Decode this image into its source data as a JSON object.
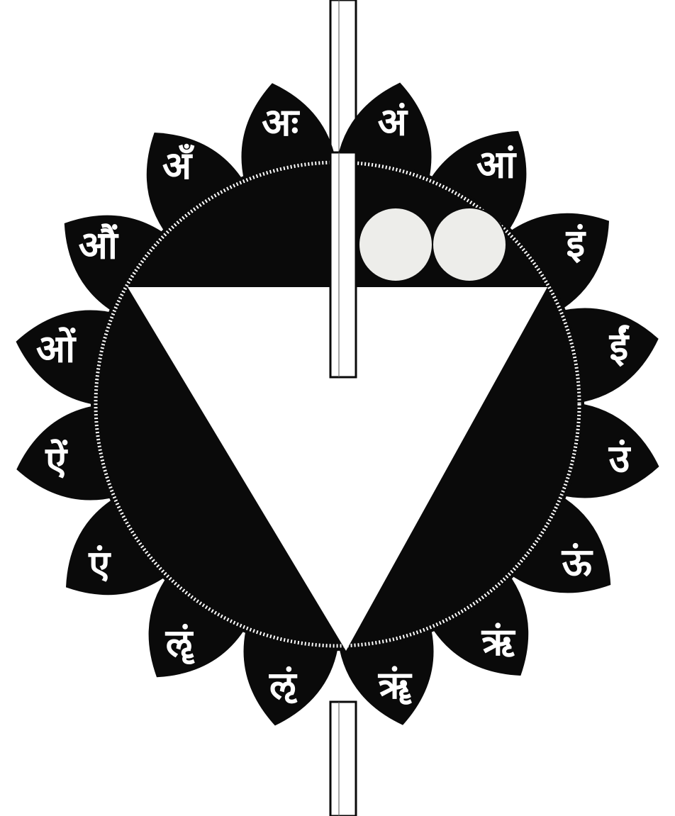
{
  "diagram": {
    "colors": {
      "ink": "#0a0a0a",
      "paper": "#ffffff",
      "moon": "#ededea"
    },
    "petals": [
      {
        "id": "petal-1",
        "letter": "अं"
      },
      {
        "id": "petal-2",
        "letter": "आं"
      },
      {
        "id": "petal-3",
        "letter": "इं"
      },
      {
        "id": "petal-4",
        "letter": "ईं"
      },
      {
        "id": "petal-5",
        "letter": "उं"
      },
      {
        "id": "petal-6",
        "letter": "ऊं"
      },
      {
        "id": "petal-7",
        "letter": "ऋं"
      },
      {
        "id": "petal-8",
        "letter": "ॠं"
      },
      {
        "id": "petal-9",
        "letter": "ऌं"
      },
      {
        "id": "petal-10",
        "letter": "ॡं"
      },
      {
        "id": "petal-11",
        "letter": "एं"
      },
      {
        "id": "petal-12",
        "letter": "ऐं"
      },
      {
        "id": "petal-13",
        "letter": "ओं"
      },
      {
        "id": "petal-14",
        "letter": "औं"
      },
      {
        "id": "petal-15",
        "letter": "अँ"
      },
      {
        "id": "petal-16",
        "letter": "अः"
      }
    ]
  }
}
